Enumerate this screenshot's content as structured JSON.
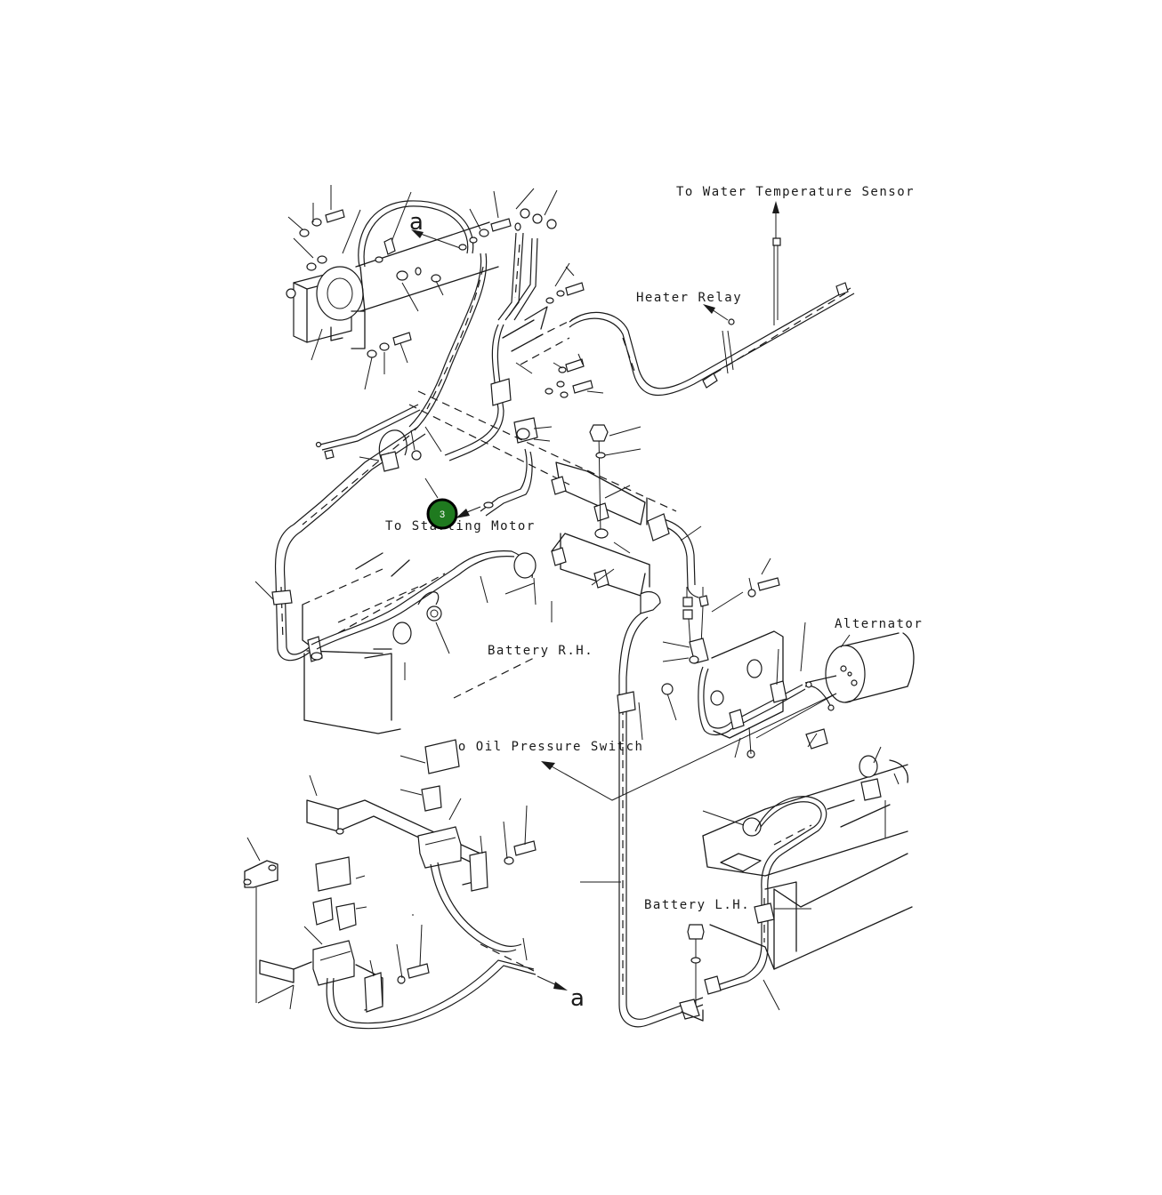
{
  "labels": {
    "water_temp": "To Water Temperature Sensor",
    "heater_relay": "Heater Relay",
    "starting_motor": "To Starting Motor",
    "battery_rh": "Battery R.H.",
    "alternator": "Alternator",
    "oil_pressure": "To Oil Pressure Switch",
    "battery_lh": "Battery L.H.",
    "ref_a_top": "a",
    "ref_a_bottom": "a"
  },
  "marker": {
    "number": "3",
    "color": "#1f7a1f",
    "border": "#000000"
  }
}
